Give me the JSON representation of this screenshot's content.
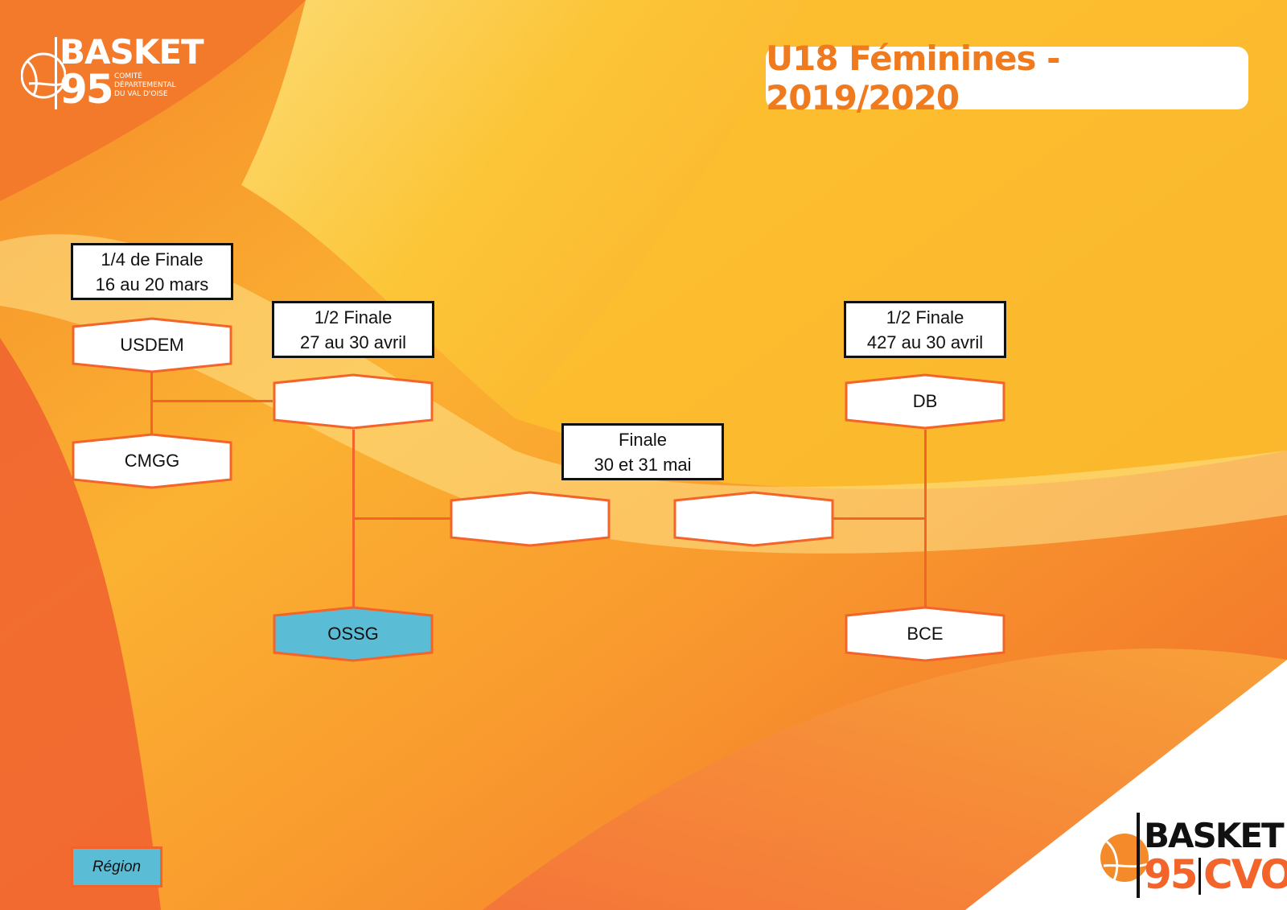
{
  "title": "U18 Féminines - 2019/2020",
  "logo_top": {
    "brand": "BASKET",
    "number": "95",
    "sub": [
      "COMITÉ",
      "DÉPARTEMENTAL",
      "DU VAL D'OISE"
    ]
  },
  "logo_bottom": {
    "brand": "BASKET",
    "number": "95",
    "suffix": "CVO"
  },
  "rounds": {
    "quarter": {
      "line1": "1/4 de Finale",
      "line2": "16 au 20 mars"
    },
    "semi_left": {
      "line1": "1/2 Finale",
      "line2": "27 au 30 avril"
    },
    "semi_right": {
      "line1": "1/2 Finale",
      "line2": "427 au 30 avril"
    },
    "final": {
      "line1": "Finale",
      "line2": "30 et 31 mai"
    }
  },
  "teams": {
    "q1_a": "USDEM",
    "q1_b": "CMGG",
    "sf_left_a": "",
    "sf_left_b": "OSSG",
    "sf_right_a": "DB",
    "sf_right_b": "BCE",
    "final_left": "",
    "final_right": ""
  },
  "legend": {
    "label": "Région",
    "color": "#5bbcd6"
  },
  "colors": {
    "accent": "#f2642a",
    "title": "#f07a1e"
  }
}
